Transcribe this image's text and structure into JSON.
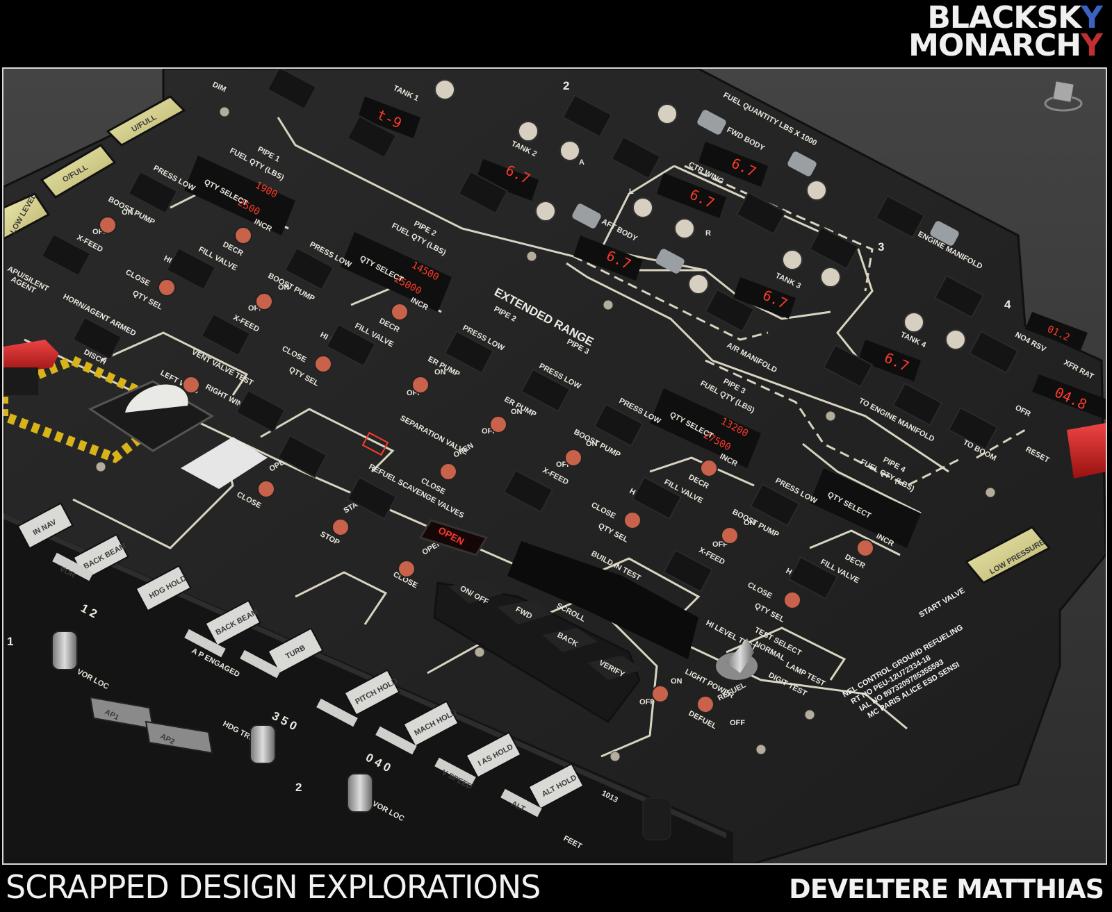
{
  "brand": {
    "line1": "BLACKSKY",
    "line2": "MONARCHY"
  },
  "footer": {
    "title": "SCRAPPED DESIGN EXPLORATIONS",
    "author": "DEVELTERE MATTHIAS"
  },
  "top": {
    "dim": "DIM",
    "tank1": "TANK 1",
    "tank1_disp": "t-9",
    "tank2": "TANK 2",
    "tank2_disp": "6.7",
    "tank3": "TANK 3",
    "tank3_disp": "6.7",
    "tank4": "TANK 4",
    "tank4_disp": "6.7",
    "sect2": "2",
    "sect3": "3",
    "sect4": "4"
  },
  "fuel_qty": {
    "title": "FUEL QUANTITY LBS X 1000",
    "fwd_body": "FWD BODY",
    "fwd_disp": "6.7",
    "ctr_wing": "CTR WING",
    "ctr_disp": "6.7",
    "aft_body": "AFT BODY",
    "aft_disp": "6.7",
    "l": "L",
    "r": "R",
    "a": "A",
    "engine_manifold": "ENGINE MANIFOLD",
    "ar_manifold": "A/R MANIFOLD",
    "to_engine_manifold": "TO ENGINE MANIFOLD",
    "to_boom": "TO BOOM",
    "reset": "RESET",
    "no4_rsv": "NO4 RSV",
    "no4_disp": "01.2",
    "xfr": "XFR RAT",
    "xfr_disp": "04.8",
    "ofr": "OFR"
  },
  "annunciators": {
    "ufull": "U/FULL",
    "ofull": "O/FULL",
    "low_level": "LOW LEVEL",
    "low_pressure": "LOW PRESSURE"
  },
  "pipes": [
    {
      "title": "PIPE 1",
      "sub": "FUEL QTY (LBS)",
      "v1": "1900",
      "v2": "2500"
    },
    {
      "title": "PIPE 2",
      "sub": "FUEL QTY (LBS)",
      "v1": "14500",
      "v2": "25000"
    },
    {
      "title": "PIPE 3",
      "sub": "FUEL QTY (LBS)",
      "v1": "13200",
      "v2": "27500"
    },
    {
      "title": "PIPE 4",
      "sub": "FUEL QTY (LBS)",
      "v1": "",
      "v2": ""
    }
  ],
  "pipe_common": {
    "press_low": "PRESS LOW",
    "qty_select": "QTY SELECT",
    "incr": "INCR",
    "decr": "DECR",
    "boost_pump": "BOOST PUMP",
    "on": "ON",
    "off": "OFF",
    "xfeed": "X-FEED",
    "close": "CLOSE",
    "fill_valve": "FILL VALVE",
    "hi_level": "HI LEVEL",
    "qty_sel": "QTY SEL"
  },
  "extended": {
    "title": "EXTENDED RANGE",
    "pipe2": "PIPE 2",
    "pipe3": "PIPE 3",
    "press_low": "PRESS LOW",
    "er_pump": "ER PUMP",
    "on": "ON",
    "off": "OFF"
  },
  "left_panel": {
    "apu": "APU/SILENT",
    "agent": "AGENT",
    "horn": "HORN/AGENT ARMED",
    "disch": "DISCH",
    "vent_valve_test": "VENT VALVE TEST",
    "left_wing": "LEFT WING",
    "right_wing": "RIGHT WING",
    "open": "OPEN",
    "close": "CLOSE"
  },
  "sep": {
    "title": "SEPARATION VALVE",
    "open": "OPEN",
    "close": "CLOSE",
    "refuel_scavenge": "REFUEL SCAVENGE VALVES",
    "start": "START",
    "stop": "STOP",
    "open_btn": "OPEN"
  },
  "bit": {
    "title": "BUILD IN TEST",
    "on_off": "ON/ OFF",
    "fwd": "FWD",
    "scroll": "SCROLL",
    "back": "BACK",
    "verify": "VERIFY"
  },
  "test_select": {
    "title": "TEST SELECT",
    "hi_level_test": "HI LEVEL TEST",
    "normal": "NORMAL",
    "lamp_test": "LAMP TEST",
    "digit_test": "DIGIT TEST",
    "light_power": "LIGHT POWER",
    "on": "ON",
    "off": "OFF",
    "refuel": "REFUEL",
    "defuel": "DEFUEL",
    "start_valve": "START VALVE"
  },
  "placard": {
    "line1": "NEL CONTROL GROUND REFUELING",
    "line2": "RT NO PEU-12U72334-18",
    "line3": "IAL NO 8973209785355593",
    "line4": "MC PARIS ALICE  ESD SENSI"
  },
  "autopilot": {
    "in_nav": "IN NAV",
    "back_beam": "BACK BEAM",
    "hdg_hold": "HDG HOLD",
    "vor": "VOR",
    "vor_loc": "VOR LOC",
    "back_beam2": "BACK BEAM",
    "turb": "TURB",
    "ap_engaged": "A P ENGAGED",
    "ap1": "AP1",
    "ap2": "AP2",
    "hdg_trk": "HDG TRK",
    "pitch_hold": "PITCH HOLD",
    "mach_hold": "MACH HOLD",
    "ias_hold": "I AS HOLD",
    "alt_hold": "ALT HOLD",
    "v_speed": "V SPEED",
    "alt": "ALT",
    "feet": "FEET",
    "baro": "1013",
    "num1": "1",
    "num2": "2",
    "hdg_digits": "3 5 0",
    "alt_digits": "0 4 0",
    "vor_digits": "1 2"
  }
}
